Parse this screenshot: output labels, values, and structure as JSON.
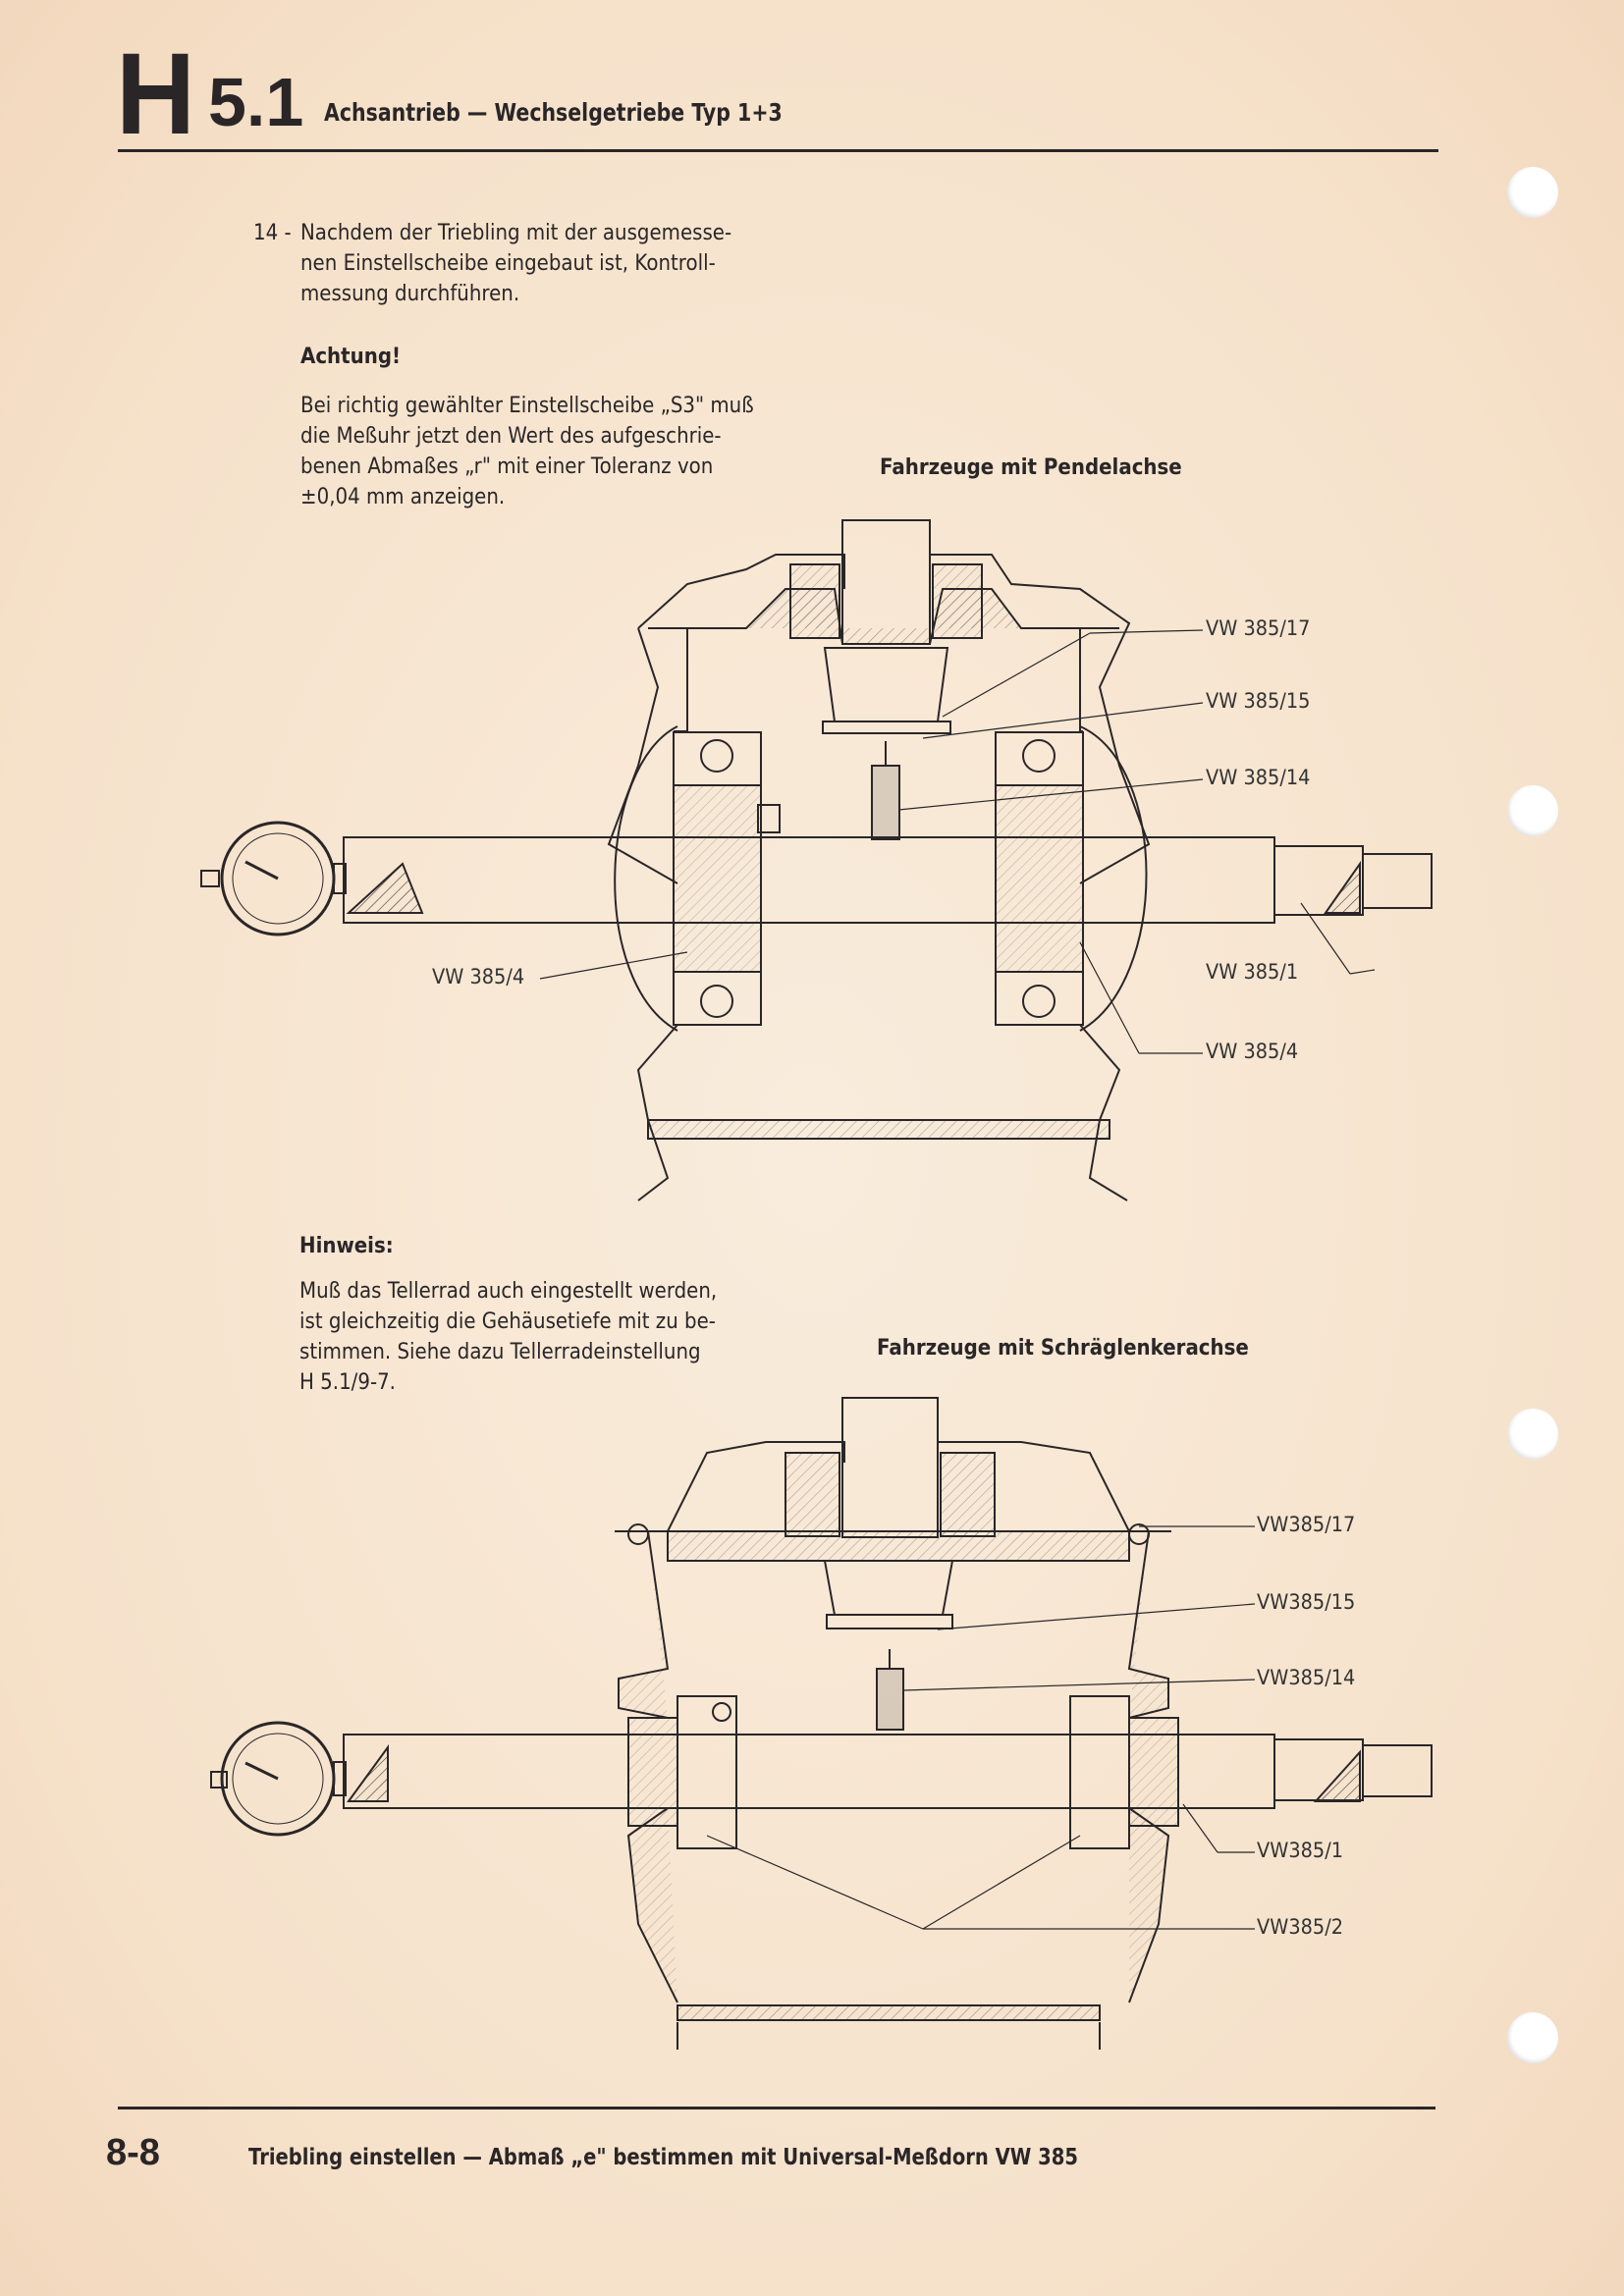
{
  "header": {
    "section_letter": "H",
    "section_number": "5.1",
    "title": "Achsantrieb — Wechselgetriebe Typ 1+3"
  },
  "step": {
    "number": "14 -",
    "lines": [
      "Nachdem der Triebling mit der ausgemesse-",
      "nen Einstellscheibe eingebaut ist, Kontroll-",
      "messung durchführen."
    ]
  },
  "attention": {
    "heading": "Achtung!",
    "lines": [
      "Bei richtig gewählter Einstellscheibe „S3\" muß",
      "die Meßuhr jetzt den Wert des aufgeschrie-",
      "benen Abmaßes „r\" mit einer Toleranz von",
      "±0,04 mm anzeigen."
    ]
  },
  "note": {
    "heading": "Hinweis:",
    "lines": [
      "Muß das Tellerrad auch eingestellt werden,",
      "ist gleichzeitig die Gehäusetiefe mit zu be-",
      "stimmen. Siehe dazu Tellerradeinstellung",
      "H 5.1/9-7."
    ]
  },
  "figure1": {
    "caption": "Fahrzeuge mit Pendelachse",
    "labels": [
      "VW 385/17",
      "VW 385/15",
      "VW 385/14",
      "VW 385/4",
      "VW 385/1",
      "VW 385/4"
    ]
  },
  "figure2": {
    "caption": "Fahrzeuge mit Schräglenkerachse",
    "labels": [
      "VW385/17",
      "VW385/15",
      "VW385/14",
      "VW385/1",
      "VW385/2"
    ]
  },
  "footer": {
    "page": "8-8",
    "title": "Triebling einstellen — Abmaß „e\" bestimmen mit Universal-Meßdorn VW 385"
  },
  "colors": {
    "paper": "#f6e4cf",
    "ink": "#2a2628"
  }
}
